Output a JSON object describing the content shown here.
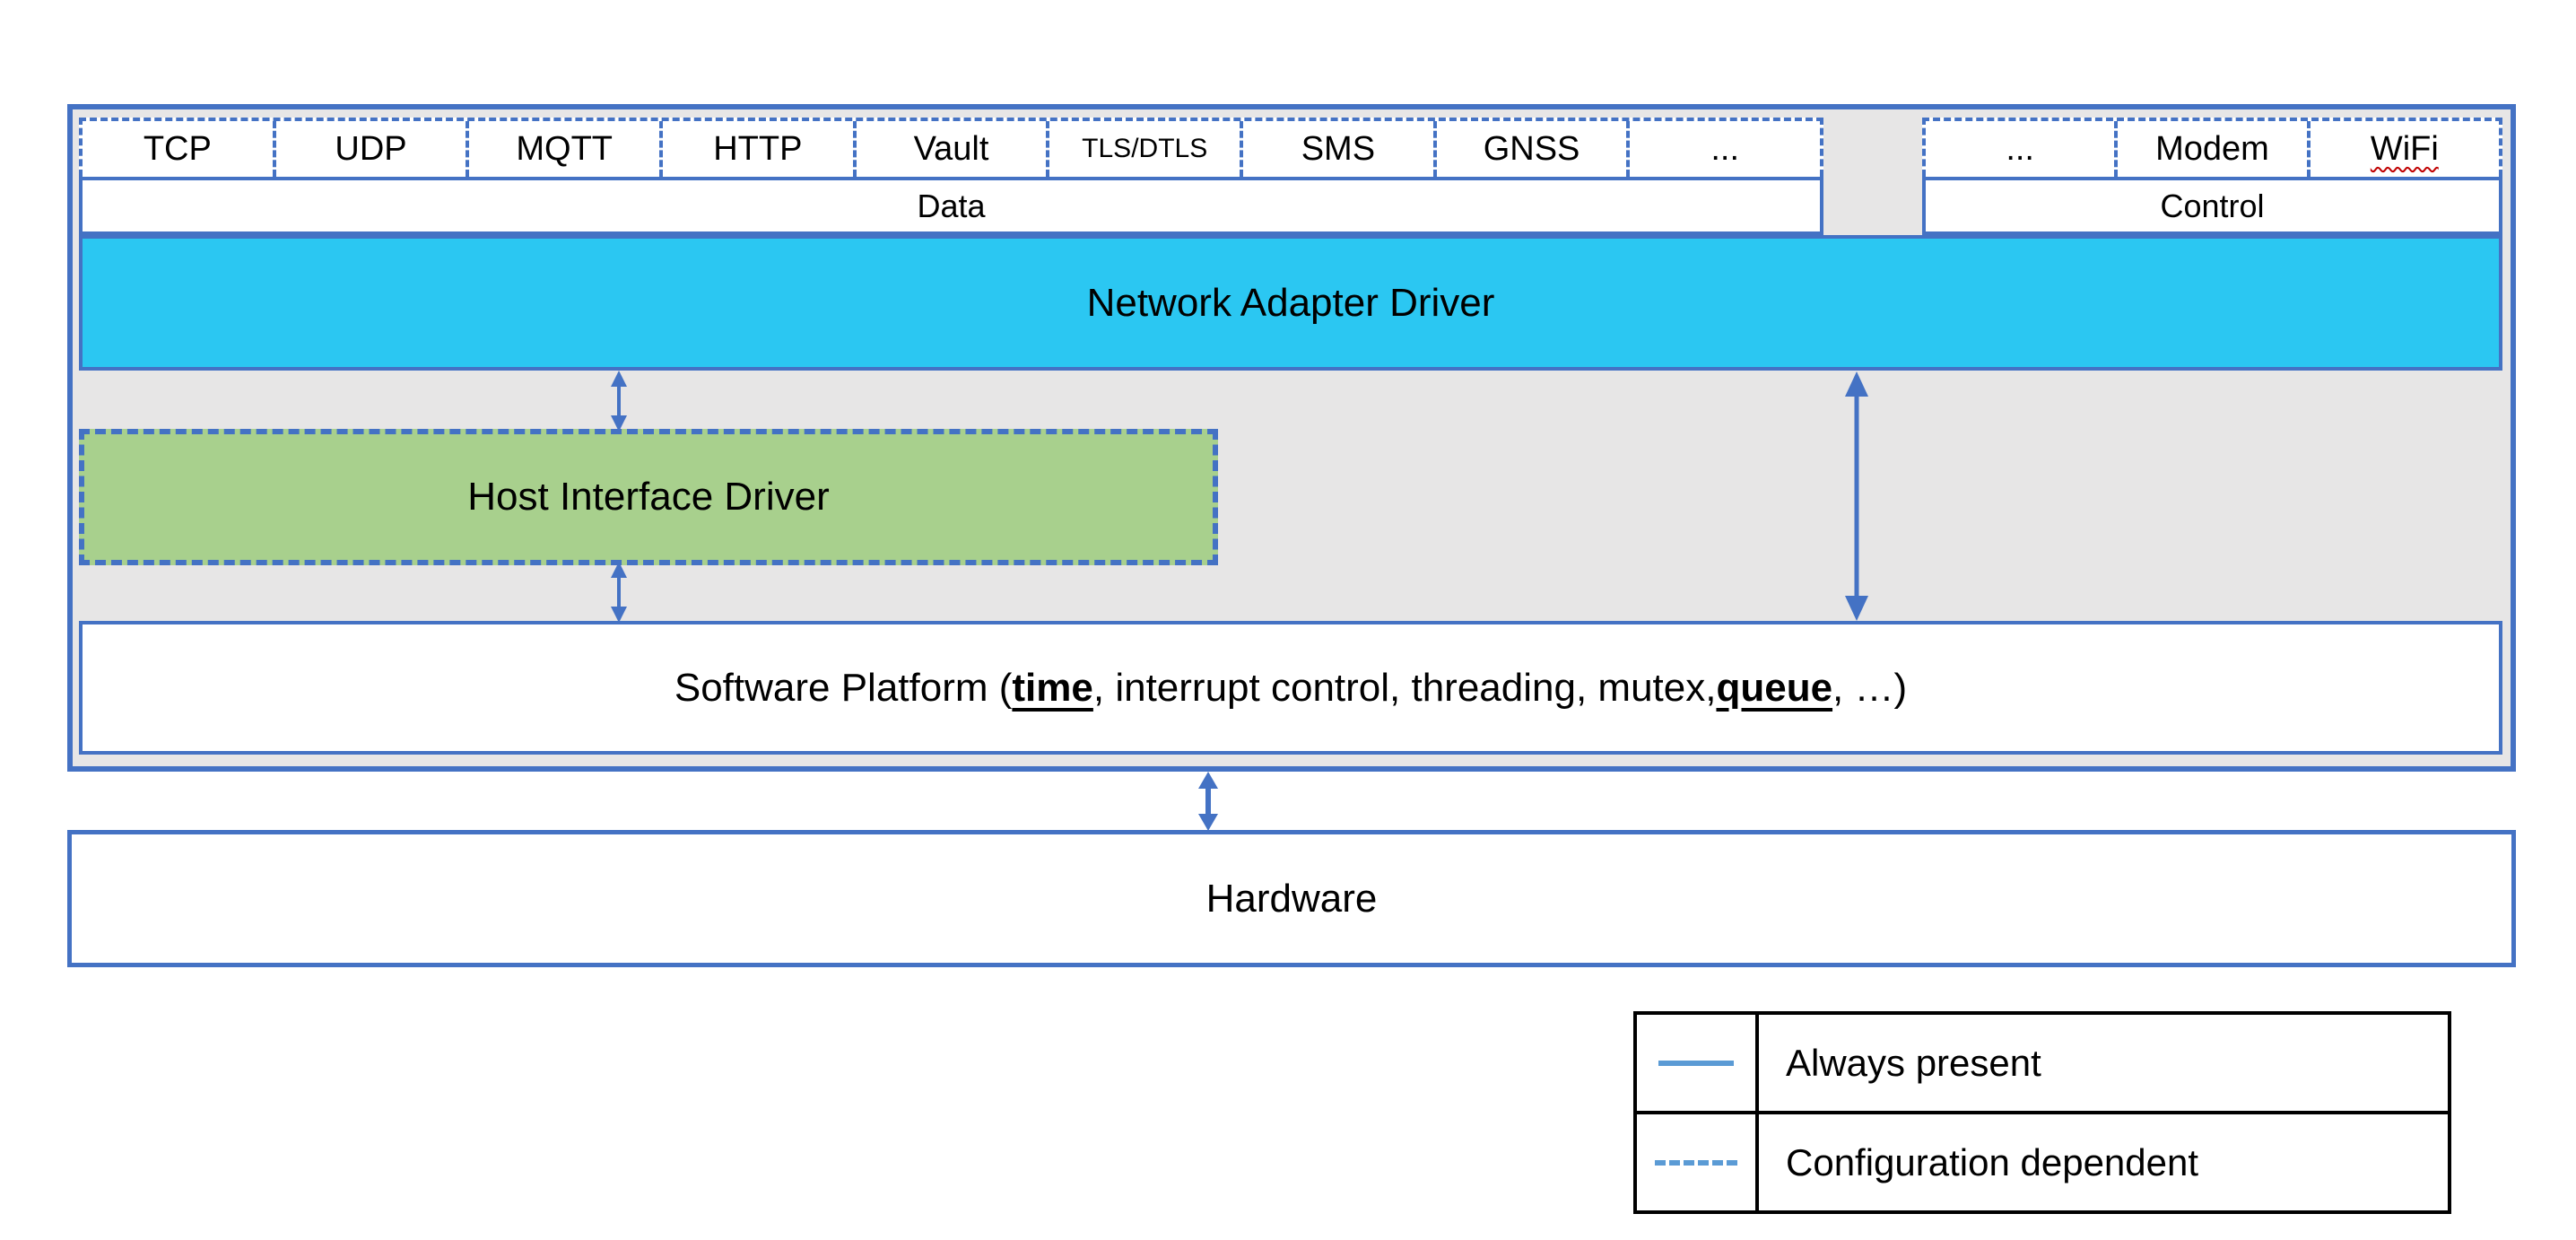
{
  "colors": {
    "accent_blue": "#4472C4",
    "network_adapter_cyan": "#2BC7F2",
    "host_interface_green": "#A8D08D",
    "container_gray": "#E7E6E6",
    "legend_line_blue": "#5B9BD5",
    "spellcheck_red": "#C00000",
    "background_white": "#FFFFFF"
  },
  "stack": {
    "data_group": {
      "protocols": [
        {
          "text": "TCP"
        },
        {
          "text": "UDP"
        },
        {
          "text": "MQTT"
        },
        {
          "text": "HTTP"
        },
        {
          "text": "Vault"
        },
        {
          "text": "TLS/DTLS",
          "small": true
        },
        {
          "text": "SMS"
        },
        {
          "text": "GNSS"
        },
        {
          "text": "..."
        }
      ],
      "label": "Data"
    },
    "control_group": {
      "protocols": [
        {
          "text": "..."
        },
        {
          "text": "Modem"
        },
        {
          "text": "WiFi",
          "wavy": true
        }
      ],
      "label": "Control"
    },
    "network_adapter_label": "Network Adapter Driver",
    "host_interface_label": "Host Interface Driver",
    "software_platform_segments": [
      {
        "text": "Software Platform (",
        "emphasis": false
      },
      {
        "text": "time",
        "emphasis": true
      },
      {
        "text": ", interrupt control, threading, mutex, ",
        "emphasis": false
      },
      {
        "text": "queue",
        "emphasis": true
      },
      {
        "text": ", …)",
        "emphasis": false
      }
    ]
  },
  "hardware_label": "Hardware",
  "legend": {
    "rows": [
      {
        "line_style": "solid",
        "label": "Always present"
      },
      {
        "line_style": "dashed",
        "label": "Configuration dependent"
      }
    ]
  }
}
